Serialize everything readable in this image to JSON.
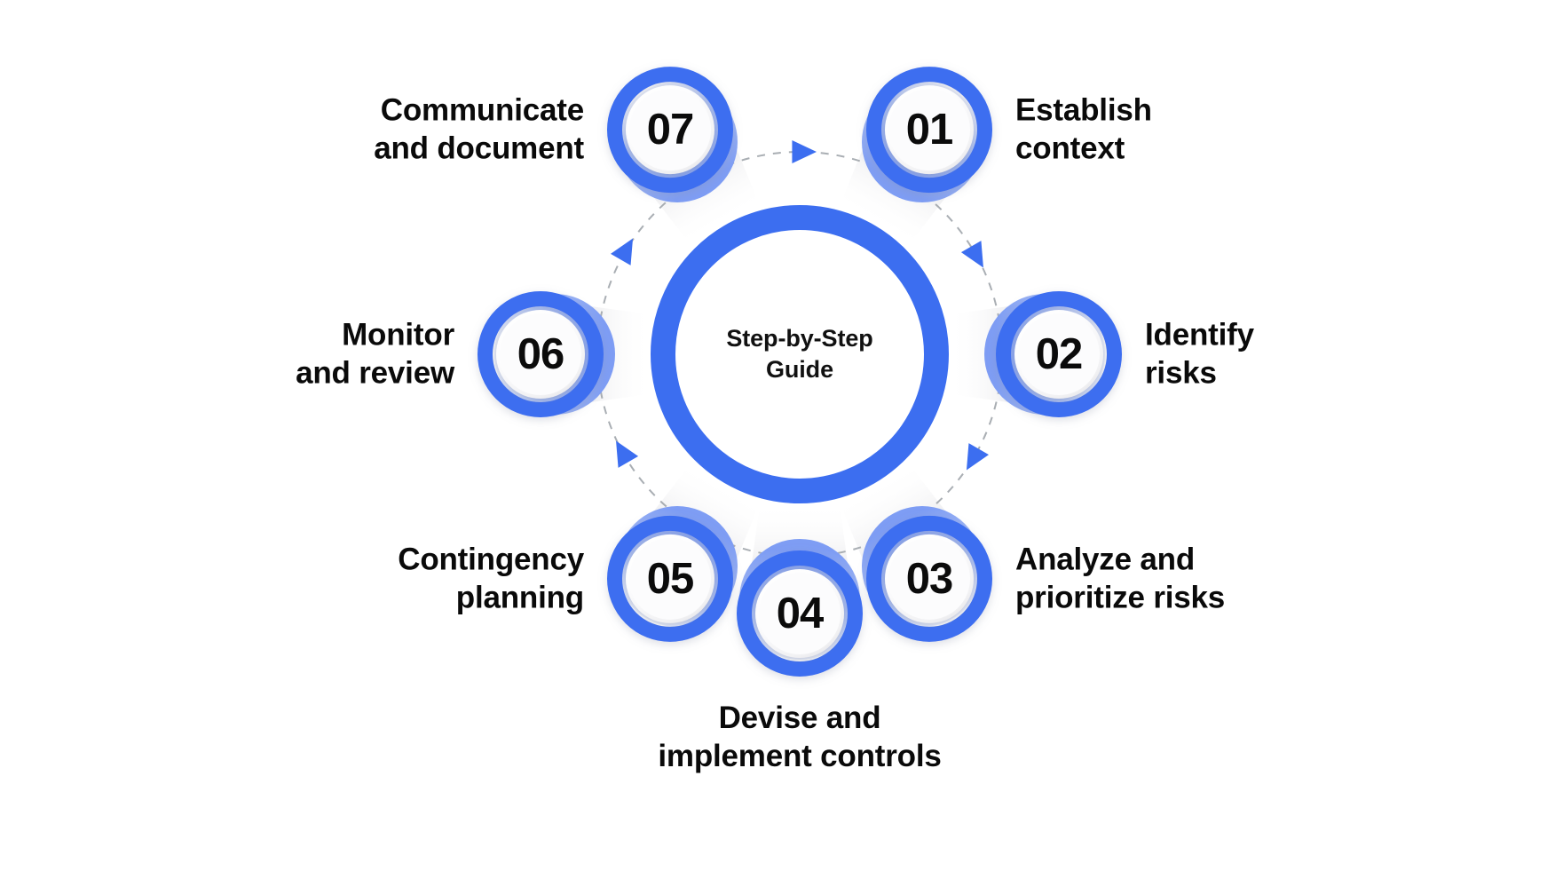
{
  "diagram": {
    "type": "cycle-process",
    "title": "Step-by-Step Guide",
    "center": {
      "label": "Step-by-Step\nGuide",
      "ring_color": "#3c6ef0",
      "fill_color": "#ffffff"
    },
    "colors": {
      "accent": "#3c6ef0",
      "accent_light": "#a9bef6",
      "node_fill": "#fbfbfc",
      "text": "#0a0a0a",
      "dash": "#9aa0a6",
      "background": "#ffffff"
    },
    "dashed_path": {
      "style": "dashed",
      "color": "#9aa0a6",
      "direction": "counter-clockwise"
    },
    "steps": [
      {
        "number": "01",
        "label": "Establish\ncontext",
        "side": "right",
        "angle": -60
      },
      {
        "number": "02",
        "label": "Identify\nrisks",
        "side": "right",
        "angle": 0
      },
      {
        "number": "03",
        "label": "Analyze and\nprioritize risks",
        "side": "right",
        "angle": 60
      },
      {
        "number": "04",
        "label": "Devise and\nimplement controls",
        "side": "bottom",
        "angle": 90
      },
      {
        "number": "05",
        "label": "Contingency\nplanning",
        "side": "left",
        "angle": 120
      },
      {
        "number": "06",
        "label": "Monitor\nand review",
        "side": "left",
        "angle": 180
      },
      {
        "number": "07",
        "label": "Communicate\nand document",
        "side": "left",
        "angle": -120
      }
    ]
  }
}
